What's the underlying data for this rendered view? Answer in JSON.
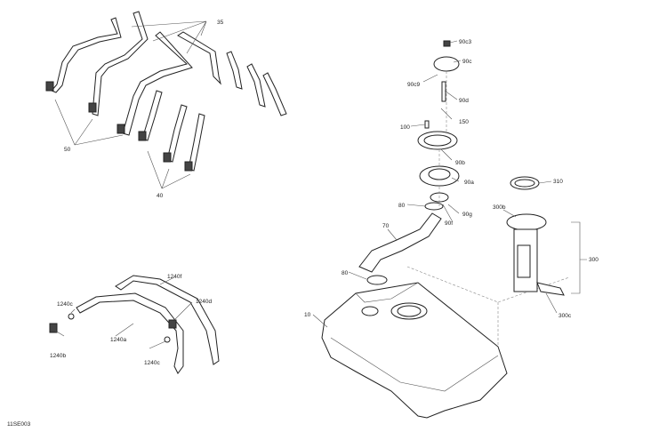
{
  "diagram": {
    "ref_code": "11SE003",
    "callouts": [
      "35",
      "50",
      "40",
      "90c3",
      "90c",
      "90c9",
      "90d",
      "150",
      "100",
      "90b",
      "90a",
      "80",
      "90g",
      "90f",
      "70",
      "80",
      "10",
      "310",
      "300b",
      "300",
      "300c",
      "1240f",
      "1240d",
      "1240c",
      "1240b",
      "1240a",
      "1240c"
    ]
  }
}
